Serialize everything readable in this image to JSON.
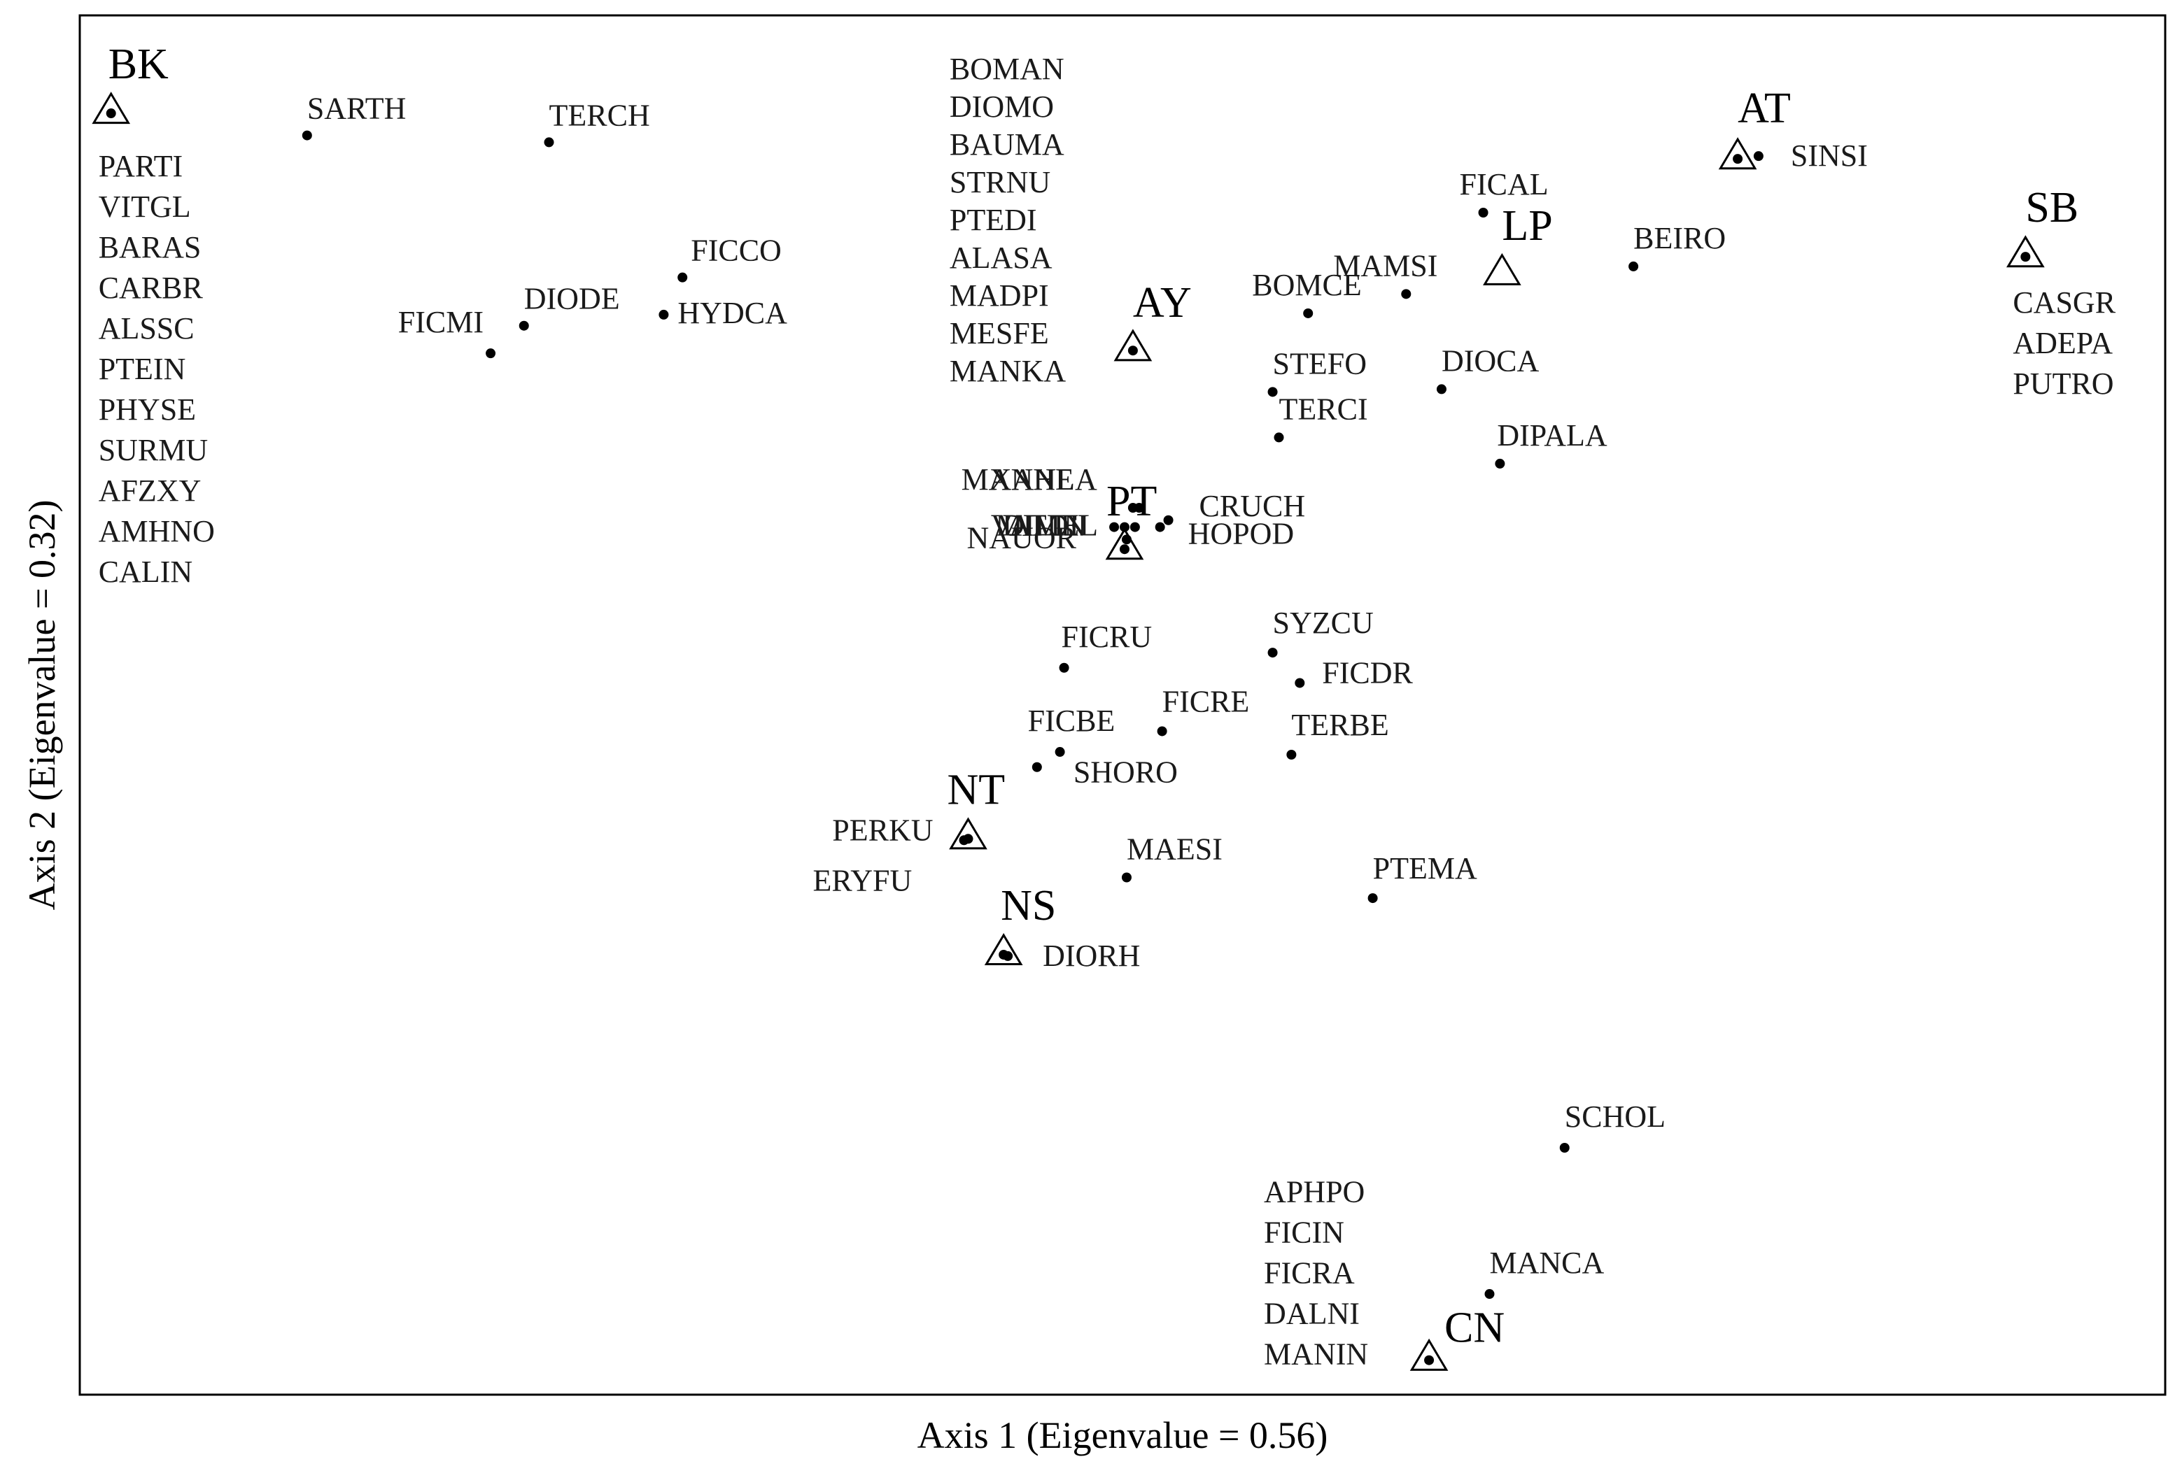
{
  "chart_data": {
    "type": "scatter",
    "xlabel": "Axis 1 (Eigenvalue = 0.56)",
    "ylabel": "Axis 2 (Eigenvalue = 0.32)",
    "xlim": [
      0,
      1000
    ],
    "ylim": [
      0,
      1000
    ],
    "grid": false,
    "legend": "none",
    "colors": {
      "marker": "#000000",
      "text": "#1a1a1a",
      "frame": "#000000"
    },
    "sites": [
      {
        "name": "BK",
        "x": 15,
        "y": 930
      },
      {
        "name": "AT",
        "x": 795,
        "y": 897
      },
      {
        "name": "SB",
        "x": 933,
        "y": 826
      },
      {
        "name": "LP",
        "x": 682,
        "y": 813
      },
      {
        "name": "AY",
        "x": 505,
        "y": 758
      },
      {
        "name": "PT",
        "x": 501,
        "y": 614
      },
      {
        "name": "NT",
        "x": 426,
        "y": 404
      },
      {
        "name": "NS",
        "x": 443,
        "y": 320
      },
      {
        "name": "CN",
        "x": 647,
        "y": 26
      }
    ],
    "species": [
      {
        "name": "SARTH",
        "x": 109,
        "y": 913
      },
      {
        "name": "TERCH",
        "x": 225,
        "y": 908
      },
      {
        "name": "FICCO",
        "x": 289,
        "y": 810
      },
      {
        "name": "DIODE",
        "x": 213,
        "y": 775
      },
      {
        "name": "HYDCA",
        "x": 280,
        "y": 783
      },
      {
        "name": "FICMI",
        "x": 197,
        "y": 755
      },
      {
        "name": "FICAL",
        "x": 673,
        "y": 857
      },
      {
        "name": "MAMSI",
        "x": 636,
        "y": 798
      },
      {
        "name": "BEIRO",
        "x": 745,
        "y": 818
      },
      {
        "name": "SINSI",
        "x": 805,
        "y": 898
      },
      {
        "name": "BOMCE",
        "x": 589,
        "y": 784
      },
      {
        "name": "STEFO",
        "x": 572,
        "y": 727
      },
      {
        "name": "DIOCA",
        "x": 653,
        "y": 729
      },
      {
        "name": "TERCI",
        "x": 575,
        "y": 694
      },
      {
        "name": "DIPALA",
        "x": 681,
        "y": 675
      },
      {
        "name": "MANHE",
        "x": 505,
        "y": 643
      },
      {
        "name": "XANLA",
        "x": 508,
        "y": 643
      },
      {
        "name": "CRUCH",
        "x": 522,
        "y": 634
      },
      {
        "name": "VATDI",
        "x": 496,
        "y": 629
      },
      {
        "name": "MIMEL",
        "x": 501,
        "y": 629
      },
      {
        "name": "DILIN",
        "x": 506,
        "y": 629
      },
      {
        "name": "HOPOD",
        "x": 518,
        "y": 629
      },
      {
        "name": "NAUOR",
        "x": 502,
        "y": 620
      },
      {
        "name": "FICRU",
        "x": 472,
        "y": 527
      },
      {
        "name": "SYZCU",
        "x": 572,
        "y": 538
      },
      {
        "name": "FICDR",
        "x": 585,
        "y": 516
      },
      {
        "name": "FICBE",
        "x": 470,
        "y": 466
      },
      {
        "name": "FICRE",
        "x": 519,
        "y": 481
      },
      {
        "name": "TERBE",
        "x": 581,
        "y": 464
      },
      {
        "name": "SHORO",
        "x": 459,
        "y": 455
      },
      {
        "name": "PERKU",
        "x": 424,
        "y": 402
      },
      {
        "name": "MAESI",
        "x": 502,
        "y": 375
      },
      {
        "name": "PTEMA",
        "x": 620,
        "y": 360
      },
      {
        "name": "DIORH",
        "x": 445,
        "y": 318
      },
      {
        "name": "SCHOL",
        "x": 712,
        "y": 179
      },
      {
        "name": "MANCA",
        "x": 676,
        "y": 73
      }
    ],
    "groups": [
      {
        "site": "BK",
        "lines": [
          "PARTI",
          "VITGL",
          "BARAS",
          "CARBR",
          "ALSSC",
          "PTEIN",
          "PHYSE",
          "SURMU",
          "AFZXY",
          "AMHNO",
          "CALIN"
        ]
      },
      {
        "site": "AY",
        "lines": [
          "BOMAN",
          "DIOMO",
          "BAUMA",
          "STRNU",
          "PTEDI",
          "ALASA",
          "MADPI",
          "MESFE",
          "MANKA"
        ]
      },
      {
        "site": "SB",
        "lines": [
          "CASGR",
          "ADEPA",
          "PUTRO"
        ]
      },
      {
        "site": "NT",
        "lines": [
          "ERYFU"
        ]
      },
      {
        "site": "CN",
        "lines": [
          "APHPO",
          "FICIN",
          "FICRA",
          "DALNI",
          "MANIN"
        ]
      }
    ]
  }
}
